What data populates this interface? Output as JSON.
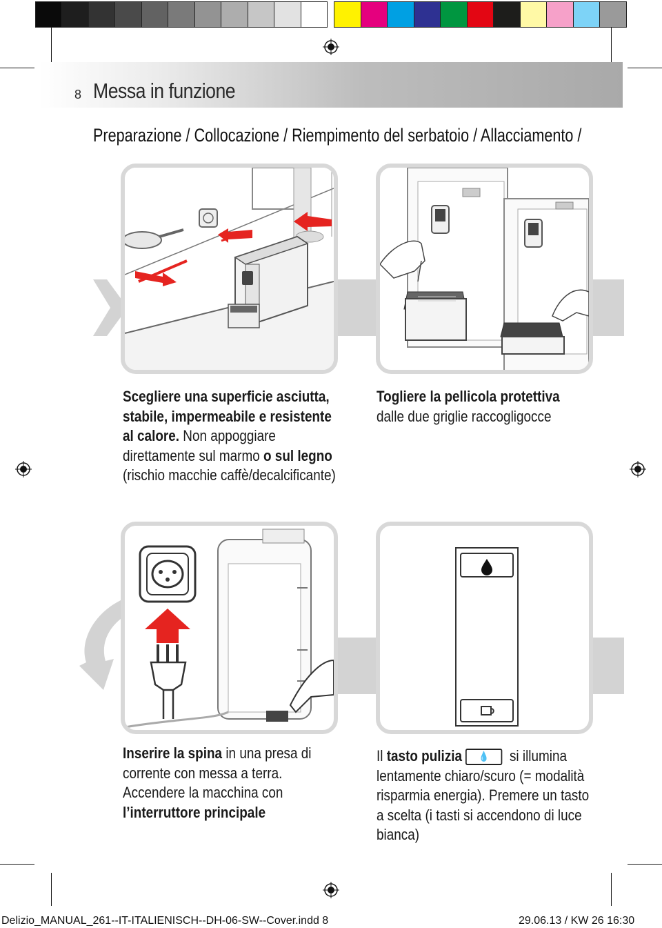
{
  "header": {
    "page_number": "8",
    "title": "Messa in funzione"
  },
  "subtitle": "Preparazione / Collocazione / Riempimento del serbatoio / Allacciamento /",
  "calibration": {
    "gray_swatches": [
      "#0a0a0a",
      "#1e1e1e",
      "#333333",
      "#4a4a4a",
      "#626262",
      "#7a7a7a",
      "#939393",
      "#adadad",
      "#c6c6c6",
      "#e2e2e2",
      "#ffffff"
    ],
    "color_swatches": [
      "#fff200",
      "#e5007e",
      "#00a0e3",
      "#2e3192",
      "#009640",
      "#e30613",
      "#1d1d1b",
      "#fff9a6",
      "#f6a1c9",
      "#7dd3f7",
      "#9a9a9a"
    ]
  },
  "panels": [
    {
      "caption": {
        "bold1": "Scegliere una superficie asciutta, stabile, impermeabile e resistente al calore.",
        "text1": " Non appoggiare direttamente sul marmo ",
        "bold2": "o sul legno",
        "text2": " (rischio macchie caffè/decalcificante)"
      }
    },
    {
      "caption": {
        "bold1": "Togliere la pellicola protettiva",
        "text1": "dalle due griglie raccogligocce"
      }
    },
    {
      "caption": {
        "bold1": "Inserire la spina",
        "text1": " in una presa di corrente con messa a terra. Accendere la macchina con ",
        "bold2": "l’interruttore principale"
      }
    },
    {
      "caption": {
        "text0": "Il ",
        "bold1": "tasto pulizia",
        "text1": " si illumina lentamente chiaro/scuro (= modalità risparmia energia). Premere un tasto a scelta (i tasti si accendono di luce bianca)"
      }
    }
  ],
  "footer": {
    "file": "Delizio_MANUAL_261--IT-ITALIENISCH--DH-06-SW--Cover.indd   8",
    "date": "29.06.13  / KW 26   16:30"
  }
}
